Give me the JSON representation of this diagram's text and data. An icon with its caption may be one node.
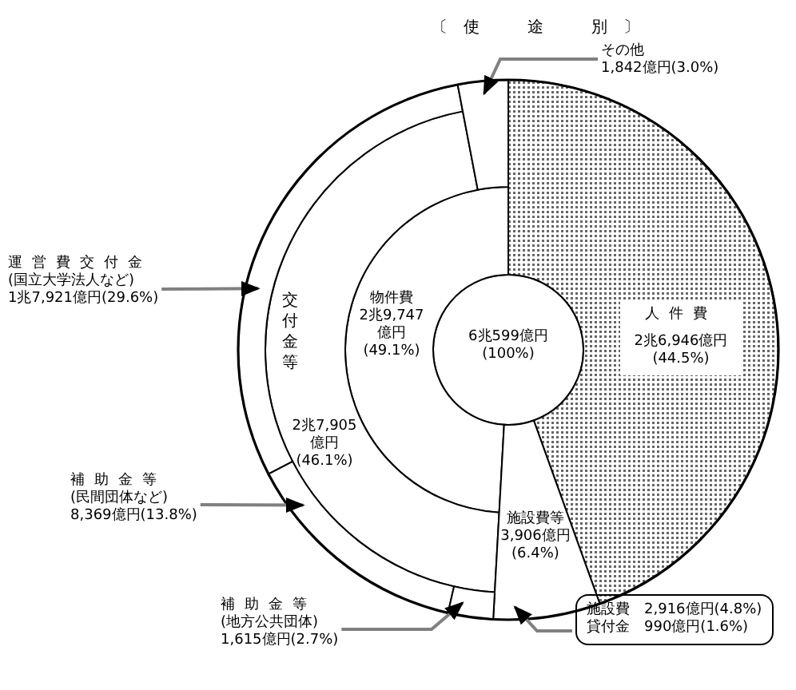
{
  "diagram": {
    "title": "〔使　途　別〕",
    "nodes": [
      {
        "text": [
          "6兆599億円 (100%)"
        ]
      },
      {
        "text": [
          "人件費",
          "2兆6,946億円 (44.5%)"
        ]
      },
      {
        "text": [
          "物件費",
          "2兆9,747億円 (49.1%)"
        ]
      },
      {
        "text": [
          "交付金等",
          "2兆7,905億円 (46.1%)"
        ]
      },
      {
        "text": [
          "施設費等",
          "3,906億円 (6.4%)"
        ]
      },
      {
        "text": [],
        "shape": "bar"
      },
      {
        "text": [],
        "shape": "bar"
      },
      {
        "text": [],
        "shape": "bar"
      },
      {
        "text": [],
        "shape": "bar"
      },
      {
        "text": [
          "運営費交付金",
          "(国立大学法人など)",
          "1兆7,921億円(29.6%)"
        ]
      },
      {
        "text": [
          "補助金等",
          "(民間団体など)",
          "8,369億円(13.8%)"
        ]
      },
      {
        "text": [
          "補助金等",
          "(地方公共団体)",
          "1,615億円(2.7%)"
        ]
      },
      {
        "text": [
          "その他",
          "1,842億円(3.0%)"
        ]
      },
      {
        "text": [
          "施設費　2,916億円(4.8%)",
          "貸付金　990億円(1.6%)"
        ]
      }
    ],
    "edges": [
      {
        "from": 9,
        "to": 5,
        "arrow": "to"
      },
      {
        "from": 10,
        "to": 6,
        "arrow": "to"
      },
      {
        "from": 11,
        "to": 7,
        "arrow": "to"
      },
      {
        "from": 12,
        "to": 8,
        "arrow": "to"
      },
      {
        "from": 13,
        "to": 4,
        "arrow": "to"
      }
    ]
  }
}
